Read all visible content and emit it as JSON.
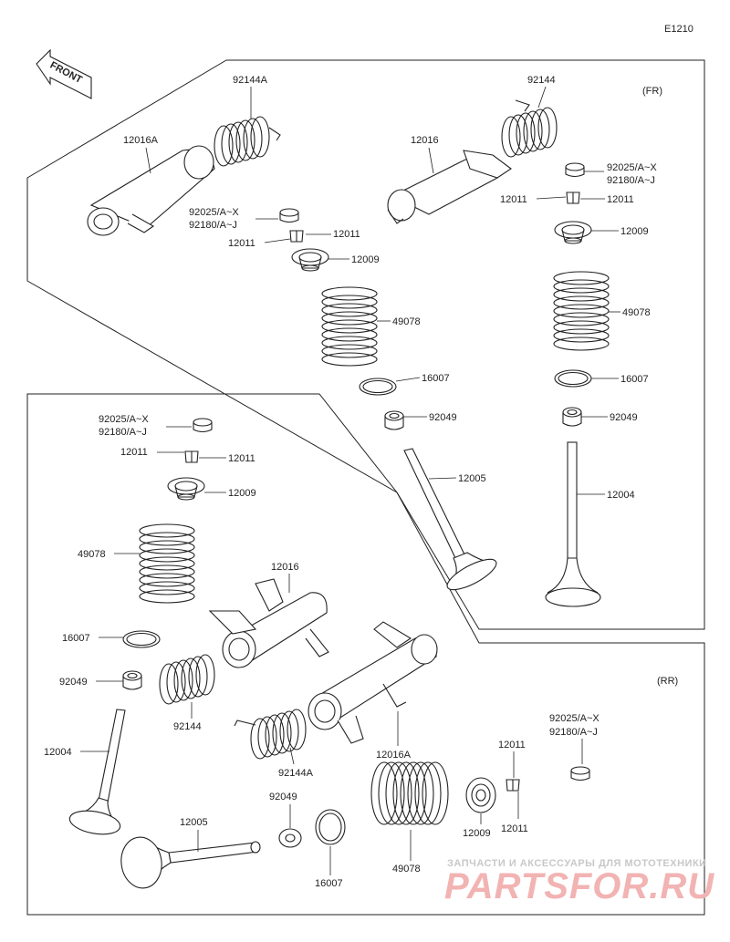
{
  "diagram_code": "E1210",
  "front_label": "FRONT",
  "sections": {
    "fr": "(FR)",
    "rr": "(RR)"
  },
  "watermark": {
    "line1": "ЗАПЧАСТИ И АКСЕССУАРЫ ДЛЯ МОТОТЕХНИКИ",
    "line2": "PARTSFOR.RU"
  },
  "labels": {
    "fr_92144A": "92144A",
    "fr_12016A": "12016A",
    "fr_92025_left": "92025/A~X",
    "fr_92180_left": "92180/A~J",
    "fr_12011_left_r": "12011",
    "fr_12011_left_l": "12011",
    "fr_12009_left": "12009",
    "fr_49078_left": "49078",
    "fr_16007_left": "16007",
    "fr_92049_left": "92049",
    "fr_12005": "12005",
    "fr_92144": "92144",
    "fr_12016": "12016",
    "fr_92025_right": "92025/A~X",
    "fr_92180_right": "92180/A~J",
    "fr_12011_right_l": "12011",
    "fr_12011_right_r": "12011",
    "fr_12009_right": "12009",
    "fr_49078_right": "49078",
    "fr_16007_right": "16007",
    "fr_92049_right": "92049",
    "fr_12004": "12004",
    "rr_92025": "92025/A~X",
    "rr_92180": "92180/A~J",
    "rr_12011_l": "12011",
    "rr_12011_r": "12011",
    "rr_12009": "12009",
    "rr_49078": "49078",
    "rr_12016": "12016",
    "rr_16007": "16007",
    "rr_92049": "92049",
    "rr_92144": "92144",
    "rr_12004": "12004",
    "rr_92144A": "92144A",
    "rr_12016A": "12016A",
    "rr_92025_r": "92025/A~X",
    "rr_92180_r": "92180/A~J",
    "rr_12011_top": "12011",
    "rr_12011_bot": "12011",
    "rr_12009_b": "12009",
    "rr_92049_b": "92049",
    "rr_12005": "12005",
    "rr_16007_b": "16007",
    "rr_49078_b": "49078"
  }
}
